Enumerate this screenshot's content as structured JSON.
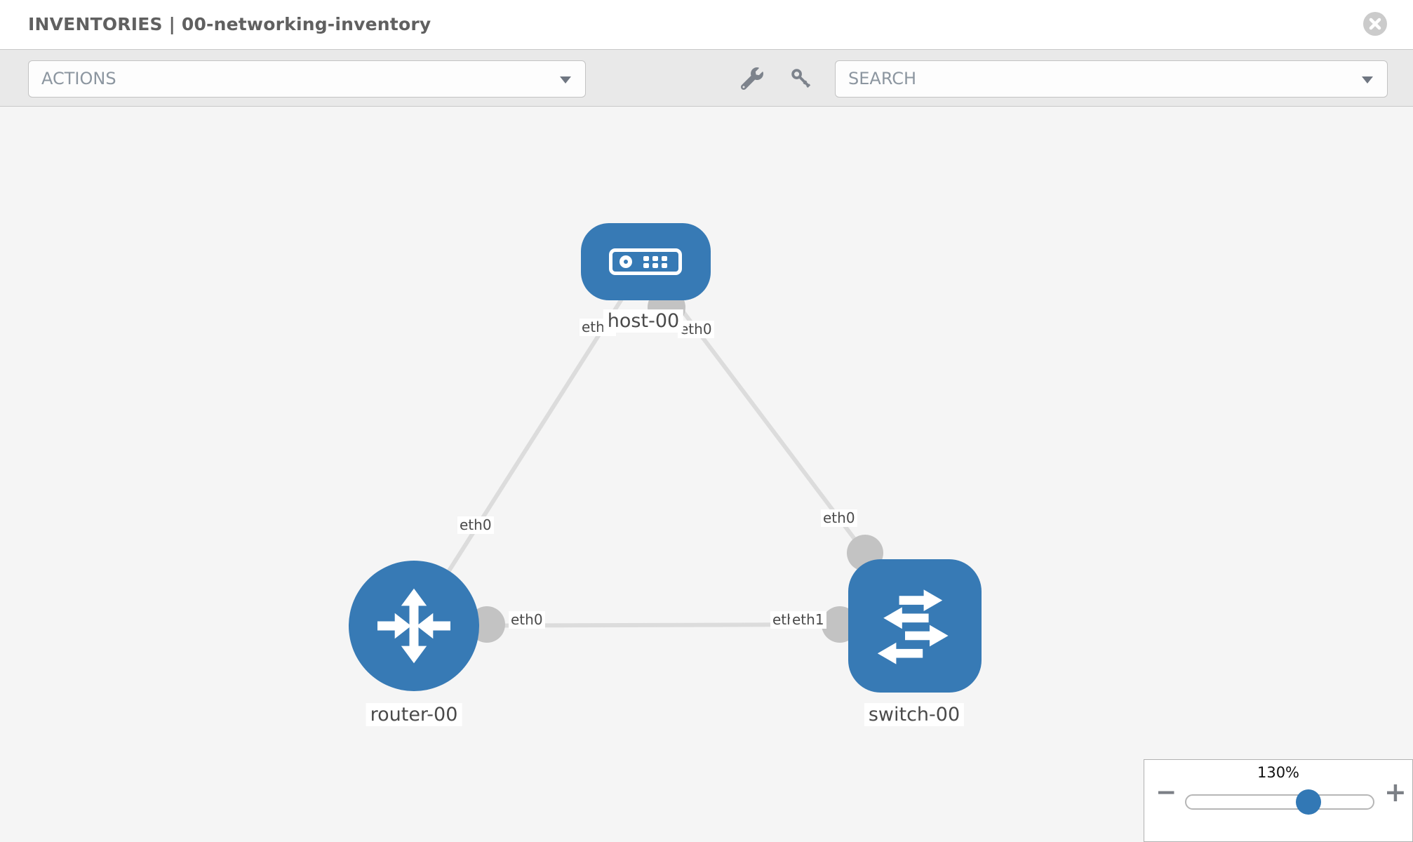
{
  "window": {
    "title": "INVENTORIES | 00-networking-inventory"
  },
  "toolbar": {
    "actions_label": "ACTIONS",
    "search_label": "SEARCH",
    "icons": [
      "wrench",
      "key",
      "caret-down",
      "close"
    ]
  },
  "graph": {
    "nodes": [
      {
        "label": "host-00",
        "type": "host"
      },
      {
        "label": "router-00",
        "type": "router"
      },
      {
        "label": "switch-00",
        "type": "switch"
      }
    ],
    "edges": [
      {
        "from": "host-00",
        "to": "router-00",
        "from_port": "eth0",
        "to_port": "eth0"
      },
      {
        "from": "host-00",
        "to": "switch-00",
        "from_port": "eth0",
        "to_port": "eth0"
      },
      {
        "from": "router-00",
        "to": "switch-00",
        "from_port": "eth0",
        "to_port": "eth1"
      }
    ],
    "port_labels": {
      "host_left": "eth0",
      "host_right": "eth0",
      "host_router_mid": "eth0",
      "host_switch_mid": "eth0",
      "router_switch_near_router": "eth0",
      "router_switch_near_switch_back": "eth0",
      "router_switch_near_switch": "eth1"
    }
  },
  "zoom_control": {
    "level": "130%",
    "minus": "−",
    "plus": "+"
  },
  "colors": {
    "node_blue": "#377ab5",
    "edge_gray": "#dcdcdc",
    "connector_gray": "#c3c3c3",
    "slider_handle_blue": "#3278b5",
    "toolbar_gray": "#e9e9e9",
    "canvas_gray": "#f5f5f5"
  }
}
